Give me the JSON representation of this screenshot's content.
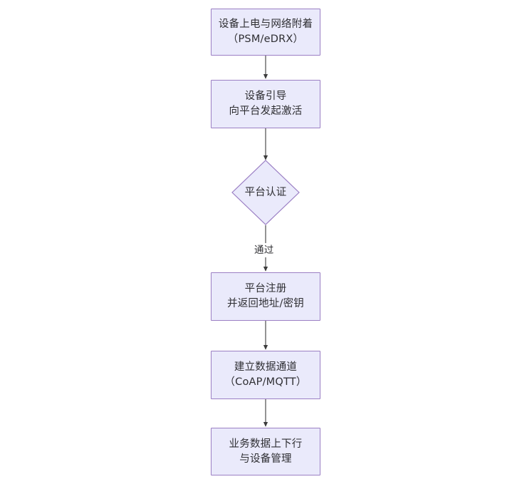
{
  "diagram": {
    "type": "flowchart",
    "orientation": "top-to-bottom",
    "background_color": "#ffffff",
    "node_fill_color": "#eaeafb",
    "node_border_color": "#9b7fc4",
    "text_color": "#2f2f33",
    "connector_color": "#3c3c3c",
    "nodes": [
      {
        "id": "n1",
        "shape": "rectangle",
        "line1": "设备上电与网络附着",
        "line2": "（PSM/eDRX）"
      },
      {
        "id": "n2",
        "shape": "rectangle",
        "line1": "设备引导",
        "line2": "向平台发起激活"
      },
      {
        "id": "n3",
        "shape": "diamond",
        "line1": "平台认证"
      },
      {
        "id": "n4",
        "shape": "rectangle",
        "line1": "平台注册",
        "line2": "并返回地址/密钥"
      },
      {
        "id": "n5",
        "shape": "rectangle",
        "line1": "建立数据通道",
        "line2": "（CoAP/MQTT）"
      },
      {
        "id": "n6",
        "shape": "rectangle",
        "line1": "业务数据上下行",
        "line2": "与设备管理"
      }
    ],
    "edges": [
      {
        "id": "e1",
        "from": "n1",
        "to": "n2",
        "label": ""
      },
      {
        "id": "e2",
        "from": "n2",
        "to": "n3",
        "label": ""
      },
      {
        "id": "e3",
        "from": "n3",
        "to": "n4",
        "label": "通过"
      },
      {
        "id": "e4",
        "from": "n4",
        "to": "n5",
        "label": ""
      },
      {
        "id": "e5",
        "from": "n5",
        "to": "n6",
        "label": ""
      }
    ]
  }
}
